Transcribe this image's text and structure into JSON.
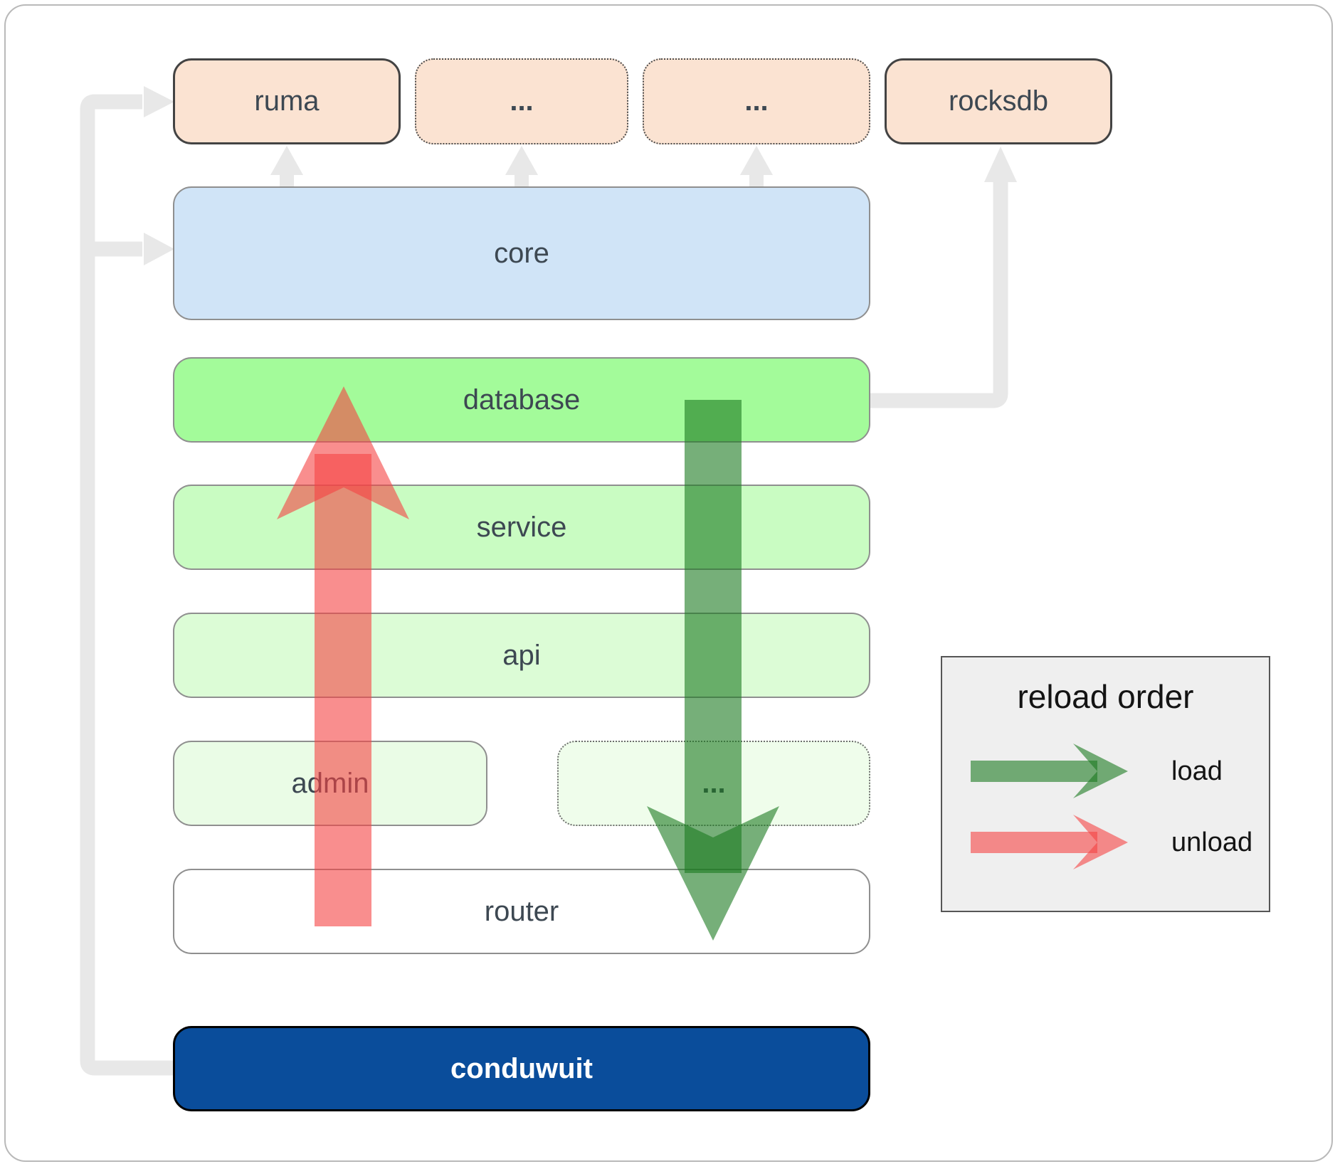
{
  "diagram": {
    "nodes": {
      "ruma": {
        "label": "ruma"
      },
      "top_ellipsis_1": {
        "label": "..."
      },
      "top_ellipsis_2": {
        "label": "..."
      },
      "rocksdb": {
        "label": "rocksdb"
      },
      "core": {
        "label": "core"
      },
      "database": {
        "label": "database"
      },
      "service": {
        "label": "service"
      },
      "api": {
        "label": "api"
      },
      "admin": {
        "label": "admin"
      },
      "admin_ellipsis": {
        "label": "..."
      },
      "router": {
        "label": "router"
      },
      "conduwuit": {
        "label": "conduwuit"
      }
    }
  },
  "legend": {
    "title": "reload order",
    "items": [
      {
        "label": "load",
        "color": "#1e7b24"
      },
      {
        "label": "unload",
        "color": "#f54343"
      }
    ]
  },
  "colors": {
    "node_peach": "#fbe3d2",
    "node_blue": "#d0e4f7",
    "node_green_bright": "#a3fb9a",
    "node_green_light": "#c9fcc2",
    "node_green_lighter": "#dcfcd6",
    "node_green_faint": "#eafce6",
    "node_green_faintest": "#effdeb",
    "node_navy": "#0a4d9b",
    "connector_gray": "#e8e8e8",
    "load_arrow_green": "rgba(27,122,32,0.6)",
    "unload_arrow_red": "rgba(245,67,67,0.6)"
  }
}
